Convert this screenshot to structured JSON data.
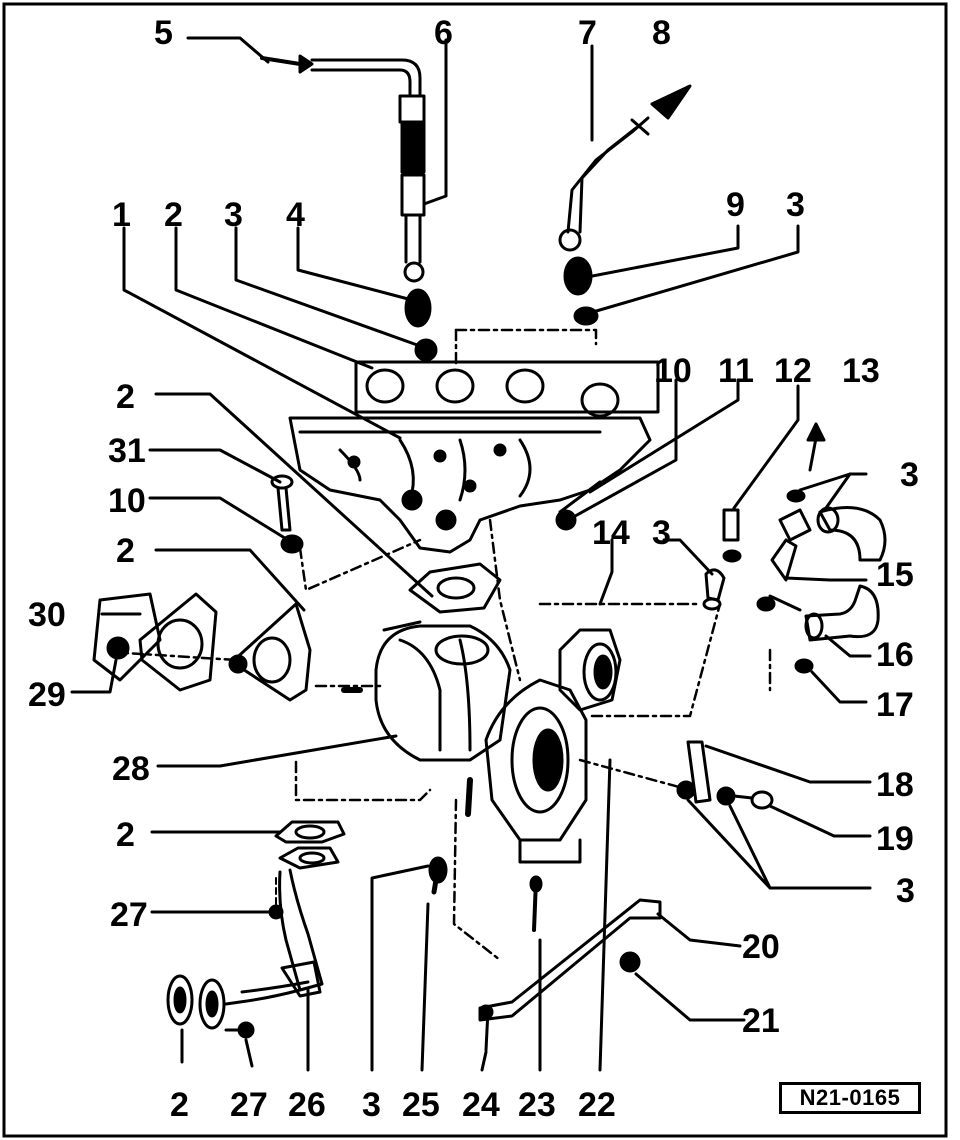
{
  "diagram": {
    "reference_code": "N21-0165",
    "callouts": [
      {
        "id": "c5",
        "label": "5"
      },
      {
        "id": "c6",
        "label": "6"
      },
      {
        "id": "c7",
        "label": "7"
      },
      {
        "id": "c8",
        "label": "8"
      },
      {
        "id": "c1",
        "label": "1"
      },
      {
        "id": "c2a",
        "label": "2"
      },
      {
        "id": "c3a",
        "label": "3"
      },
      {
        "id": "c4",
        "label": "4"
      },
      {
        "id": "c9",
        "label": "9"
      },
      {
        "id": "c3b",
        "label": "3"
      },
      {
        "id": "c10a",
        "label": "10"
      },
      {
        "id": "c11",
        "label": "11"
      },
      {
        "id": "c12",
        "label": "12"
      },
      {
        "id": "c13",
        "label": "13"
      },
      {
        "id": "c2b",
        "label": "2"
      },
      {
        "id": "c31",
        "label": "31"
      },
      {
        "id": "c10b",
        "label": "10"
      },
      {
        "id": "c3c",
        "label": "3"
      },
      {
        "id": "c14",
        "label": "14"
      },
      {
        "id": "c3d",
        "label": "3"
      },
      {
        "id": "c2c",
        "label": "2"
      },
      {
        "id": "c15",
        "label": "15"
      },
      {
        "id": "c30",
        "label": "30"
      },
      {
        "id": "c16",
        "label": "16"
      },
      {
        "id": "c29",
        "label": "29"
      },
      {
        "id": "c17",
        "label": "17"
      },
      {
        "id": "c28",
        "label": "28"
      },
      {
        "id": "c18",
        "label": "18"
      },
      {
        "id": "c2d",
        "label": "2"
      },
      {
        "id": "c19",
        "label": "19"
      },
      {
        "id": "c3e",
        "label": "3"
      },
      {
        "id": "c27a",
        "label": "27"
      },
      {
        "id": "c20",
        "label": "20"
      },
      {
        "id": "c21",
        "label": "21"
      },
      {
        "id": "c2e",
        "label": "2"
      },
      {
        "id": "c27b",
        "label": "27"
      },
      {
        "id": "c26",
        "label": "26"
      },
      {
        "id": "c3f",
        "label": "3"
      },
      {
        "id": "c25",
        "label": "25"
      },
      {
        "id": "c24",
        "label": "24"
      },
      {
        "id": "c23",
        "label": "23"
      },
      {
        "id": "c22",
        "label": "22"
      }
    ]
  }
}
